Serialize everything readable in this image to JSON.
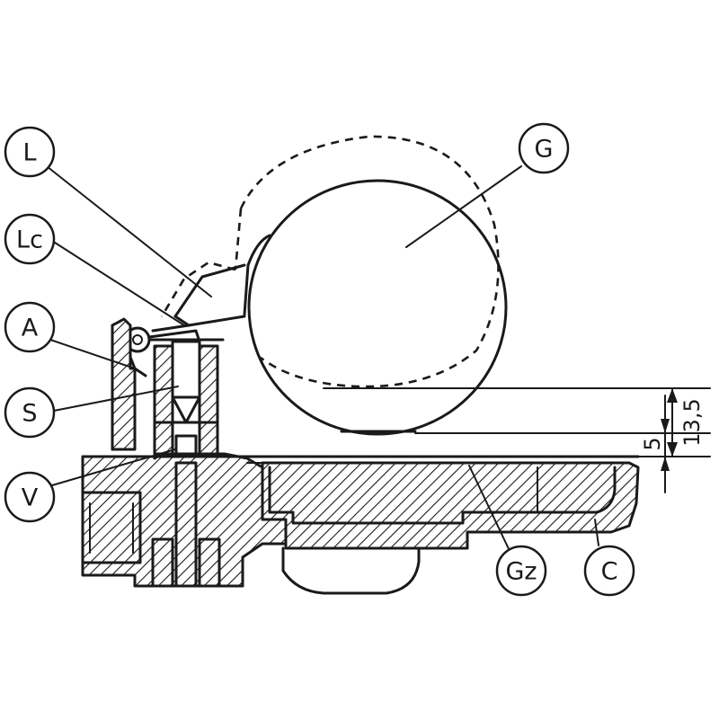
{
  "callouts": [
    {
      "id": "L",
      "label": "L"
    },
    {
      "id": "G",
      "label": "G"
    },
    {
      "id": "Lc",
      "label": "Lc"
    },
    {
      "id": "A",
      "label": "A"
    },
    {
      "id": "S",
      "label": "S"
    },
    {
      "id": "V",
      "label": "V"
    },
    {
      "id": "Gz",
      "label": "Gz"
    },
    {
      "id": "C",
      "label": "C"
    }
  ],
  "dimensions": {
    "float_height": "13,5",
    "gasket_gap": "5"
  }
}
